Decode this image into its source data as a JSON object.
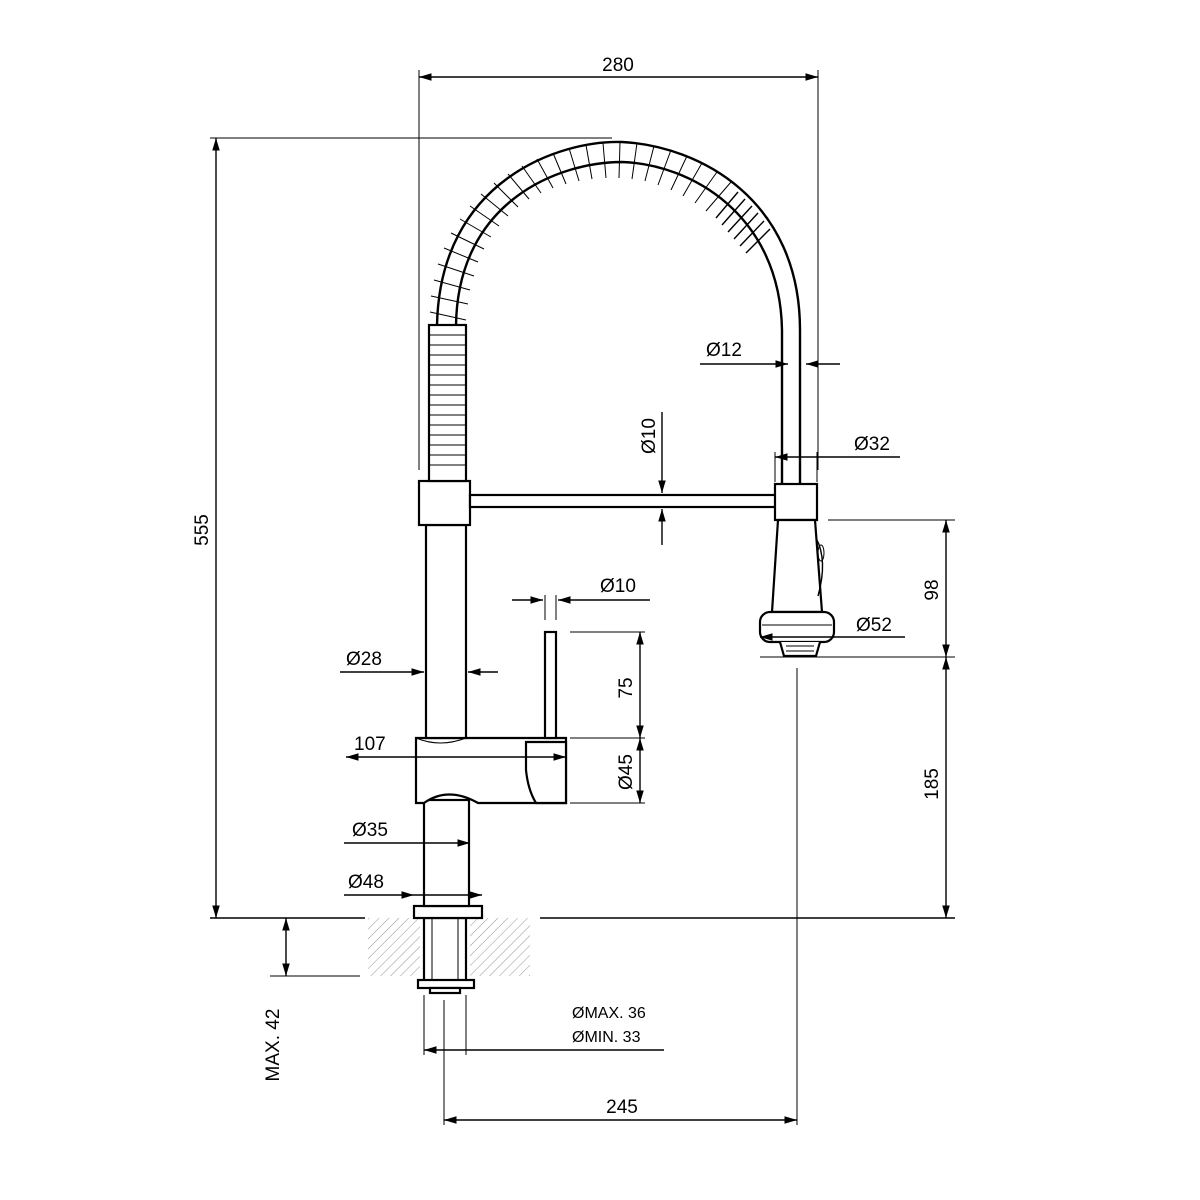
{
  "dimensions": {
    "width_top": "280",
    "height_total": "555",
    "hose_dia": "Ø12",
    "spout_dia": "Ø10",
    "head_top_dia": "Ø32",
    "lever_dia": "Ø10",
    "head_height": "98",
    "head_dia": "Ø52",
    "body_dia": "Ø28",
    "lever_height": "75",
    "mixer_length": "107",
    "mixer_dia": "Ø45",
    "lower_dia": "Ø35",
    "base_dia": "Ø48",
    "spout_height": "185",
    "max_thickness": "MAX. 42",
    "hole_max": "ØMAX. 36",
    "hole_min": "ØMIN. 33",
    "reach": "245"
  }
}
